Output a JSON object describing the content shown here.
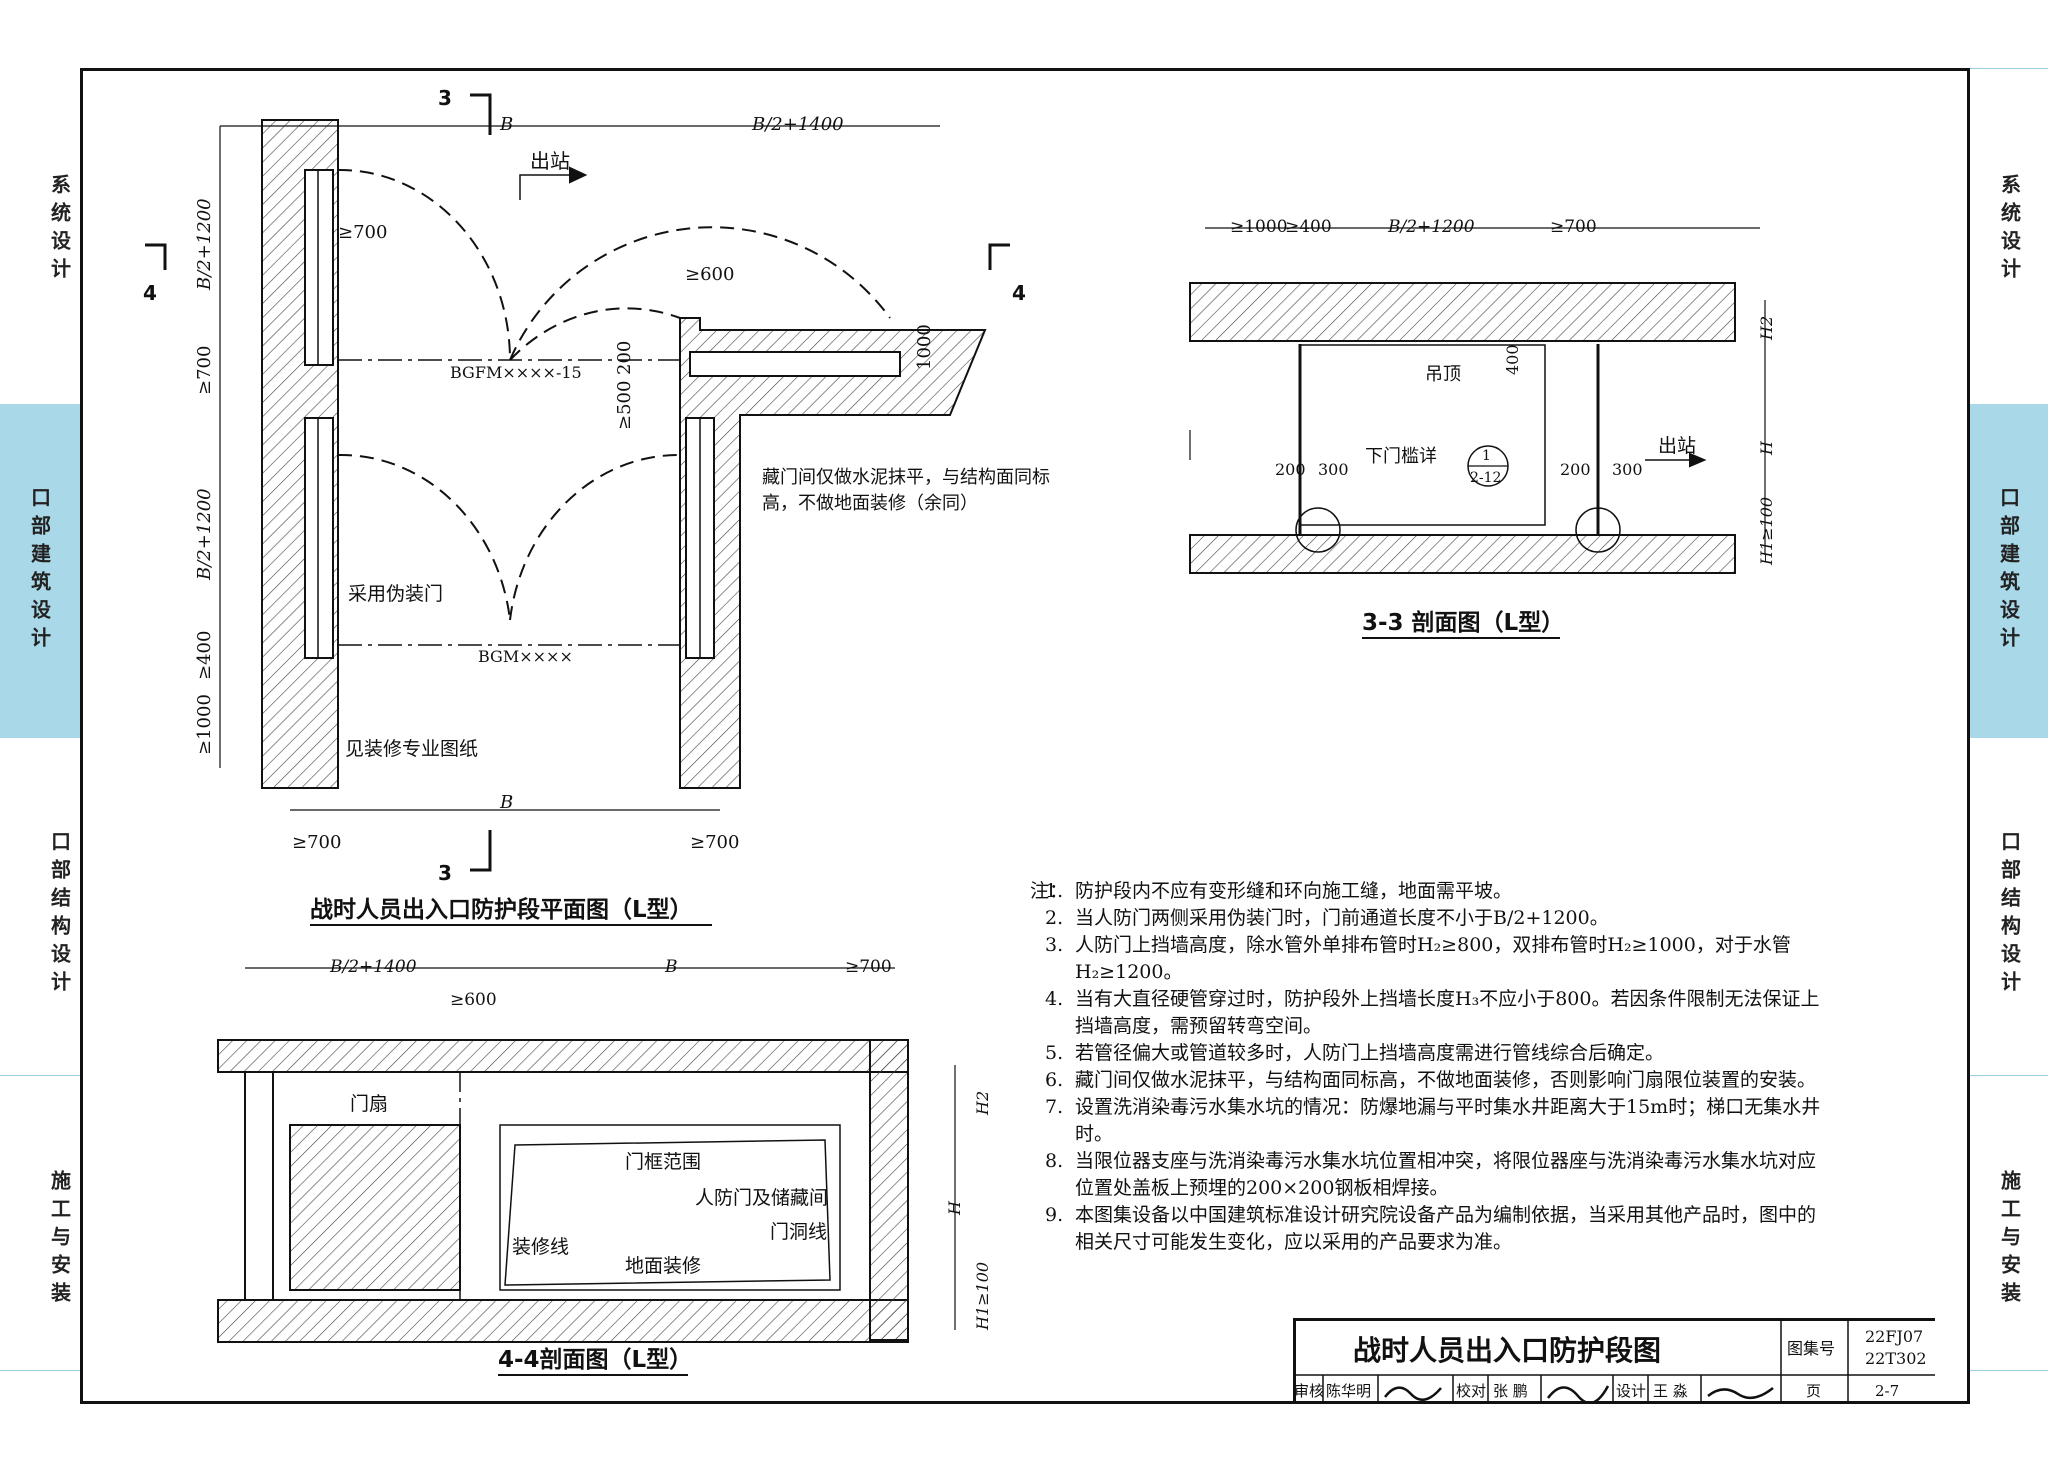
{
  "side_tabs": {
    "left": [
      "系统设计",
      "口部建筑设计",
      "口部结构设计",
      "施工与安装"
    ],
    "right": [
      "系统设计",
      "口部建筑设计",
      "口部结构设计",
      "施工与安装"
    ],
    "active_index": 1,
    "accent_color": "#a9d8e8"
  },
  "plan": {
    "caption": "战时人员出入口防护段平面图（L型）",
    "dim_top_B": "B",
    "dim_top_right": "B/2+1400",
    "dim_left_upper": "B/2+1200",
    "dim_left_gap": "≥700",
    "dim_left_lower": "B/2+1200",
    "dim_left_400": "≥400",
    "dim_left_1000": "≥1000",
    "dim_700_top": "≥700",
    "dim_600": "≥600",
    "dim_1000_right": "1000",
    "dim_200": "200",
    "dim_500": "≥500",
    "dim_bottom_B": "B",
    "dim_bottom_left": "≥700",
    "dim_bottom_right": "≥700",
    "exit_label": "出站",
    "door_upper": "BGFM××××-15",
    "door_lower": "BGM××××",
    "label_fake_door": "采用伪装门",
    "label_finish": "见装修专业图纸",
    "label_hidden_room": "藏门间仅做水泥抹平，与结构面同标高，不做地面装修（余同）",
    "sec_marks": [
      "3",
      "3",
      "4",
      "4"
    ]
  },
  "section33": {
    "caption": "3-3 剖面图（L型）",
    "dims_top": [
      "≥1000",
      "≥400",
      "B/2+1200",
      "≥700"
    ],
    "label_ceiling": "吊顶",
    "dim_400": "400",
    "dim_200a": "200",
    "dim_300a": "300",
    "dim_200b": "200",
    "dim_300b": "300",
    "label_threshold": "下门槛详",
    "detail_top": "1",
    "detail_bottom": "2-12",
    "exit_label": "出站",
    "dim_H2": "H2",
    "dim_H": "H",
    "dim_H1": "H1≥100"
  },
  "section44": {
    "caption": "4-4剖面图（L型）",
    "dims_top": [
      "B/2+1400",
      "B",
      "≥700"
    ],
    "dim_600": "≥600",
    "label_leaf": "门扇",
    "label_frame": "门框范围",
    "label_room": "人防门及储藏间",
    "label_opening": "门洞线",
    "label_decor": "装修线",
    "label_floor": "地面装修",
    "dim_H2": "H2",
    "dim_H": "H",
    "dim_H1": "H1≥100"
  },
  "notes": {
    "heading": "注：",
    "items": [
      "防护段内不应有变形缝和环向施工缝，地面需平坡。",
      "当人防门两侧采用伪装门时，门前通道长度不小于B/2+1200。",
      "人防门上挡墙高度，除水管外单排布管时H₂≥800，双排布管时H₂≥1000，对于水管H₂≥1200。",
      "当有大直径硬管穿过时，防护段外上挡墙长度H₃不应小于800。若因条件限制无法保证上挡墙高度，需预留转弯空间。",
      "若管径偏大或管道较多时，人防门上挡墙高度需进行管线综合后确定。",
      "藏门间仅做水泥抹平，与结构面同标高，不做地面装修，否则影响门扇限位装置的安装。",
      "设置洗消染毒污水集水坑的情况：防爆地漏与平时集水井距离大于15m时；梯口无集水井时。",
      "当限位器支座与洗消染毒污水集水坑位置相冲突，将限位器座与洗消染毒污水集水坑对应位置处盖板上预埋的200×200钢板相焊接。",
      "本图集设备以中国建筑标准设计研究院设备产品为编制依据，当采用其他产品时，图中的相关尺寸可能发生变化，应以采用的产品要求为准。"
    ]
  },
  "title_block": {
    "title": "战时人员出入口防护段图",
    "atlas_label": "图集号",
    "atlas_no_1": "22FJ07",
    "atlas_no_2": "22T302",
    "review_label": "审核",
    "reviewer": "陈华明",
    "check_label": "校对",
    "checker": "张 鹏",
    "design_label": "设计",
    "designer": "王 淼",
    "page_label": "页",
    "page_no": "2-7"
  }
}
